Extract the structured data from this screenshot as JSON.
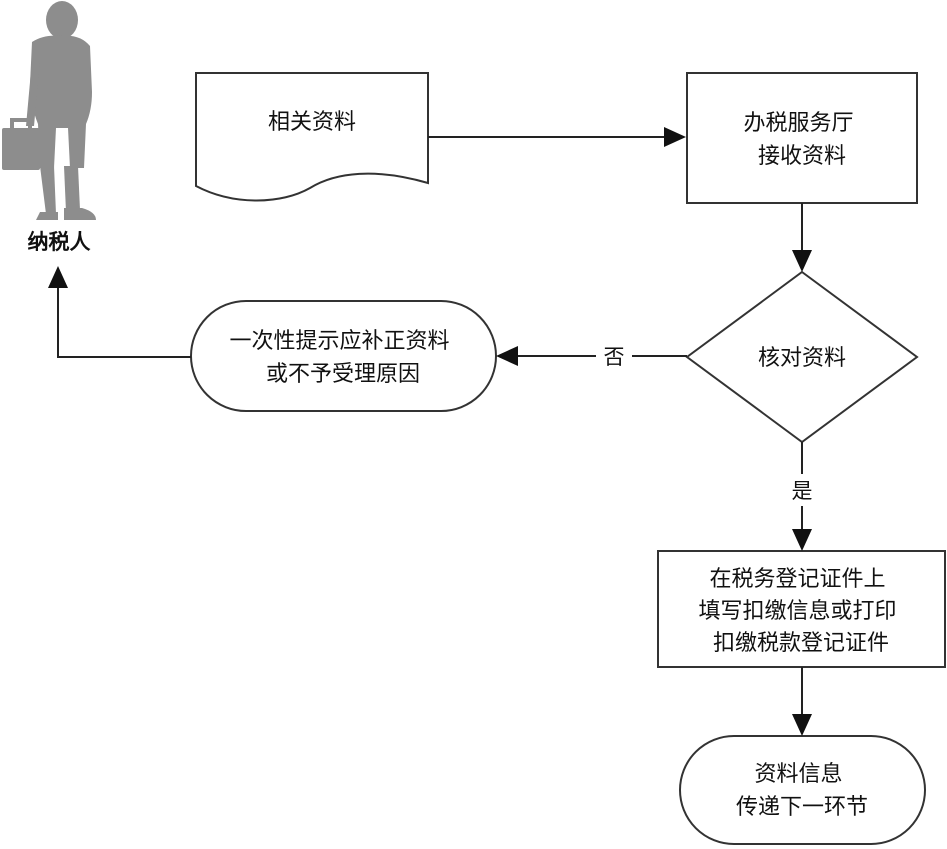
{
  "diagram": {
    "type": "flowchart",
    "actor": {
      "label": "纳税人",
      "icon": "person-with-briefcase-icon"
    },
    "nodes": {
      "materials_document": {
        "shape": "document",
        "lines": [
          "相关资料"
        ]
      },
      "hall_receives": {
        "shape": "process",
        "lines": [
          "办税服务厅",
          "接收资料"
        ]
      },
      "verify": {
        "shape": "decision",
        "lines": [
          "核对资料"
        ]
      },
      "notify_correction": {
        "shape": "terminator",
        "lines": [
          "一次性提示应补正资料",
          "或不予受理原因"
        ]
      },
      "fill_certificate": {
        "shape": "process",
        "lines": [
          "在税务登记证件上",
          "填写扣缴信息或打印",
          "扣缴税款登记证件"
        ]
      },
      "transfer_next": {
        "shape": "terminator",
        "lines": [
          "资料信息",
          "传递下一环节"
        ]
      }
    },
    "edges": {
      "no_label": "否",
      "yes_label": "是"
    },
    "colors": {
      "stroke": "#333333",
      "arrow": "#111111",
      "person_silhouette": "#8d8d8d",
      "text": "#111111",
      "background": "#ffffff"
    }
  }
}
